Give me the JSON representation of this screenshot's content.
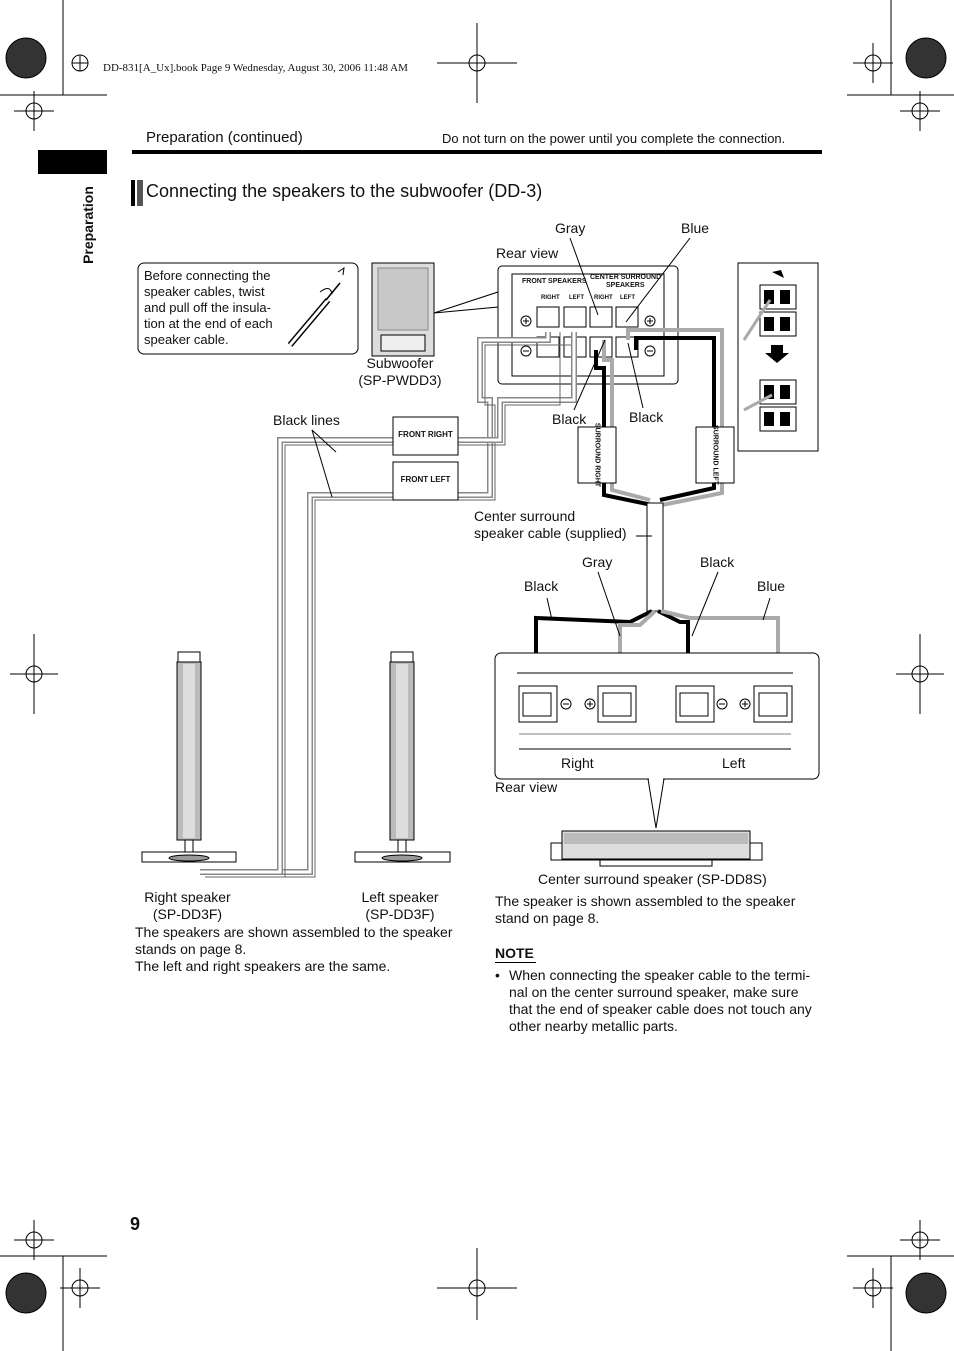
{
  "file_info": "DD-831[A_Ux].book  Page 9  Wednesday, August 30, 2006  11:48 AM",
  "header": {
    "section_left": "Preparation (continued)",
    "section_right": "Do not turn on the power until you complete the connection."
  },
  "side_tab": "Preparation",
  "title": "Connecting the speakers to the subwoofer (DD-3)",
  "callout_insulation": [
    "Before connecting the",
    "speaker cables, twist",
    "and pull off the insula-",
    "tion at the end of each",
    "speaker cable."
  ],
  "subwoofer_caption": [
    "Subwoofer",
    "(SP-PWDD3)"
  ],
  "labels": {
    "rear_view_top": "Rear view",
    "gray_top": "Gray",
    "blue_top": "Blue",
    "black_1": "Black",
    "black_2": "Black",
    "black_lines": "Black lines",
    "front_right_tag": "FRONT RIGHT",
    "front_left_tag": "FRONT LEFT",
    "surround_right_tag": "SURROUND RIGHT",
    "surround_left_tag": "SURROUND LEFT",
    "center_cable": [
      "Center surround",
      "speaker cable (supplied)"
    ],
    "gray_mid": "Gray",
    "black_mid_right": "Black",
    "black_mid_left": "Black",
    "blue_mid": "Blue",
    "right": "Right",
    "left": "Left",
    "rear_view_bottom": "Rear view",
    "panel_front_speakers": "FRONT SPEAKERS",
    "panel_center_surround": "CENTER SURROUND",
    "panel_speakers": "SPEAKERS",
    "panel_right_1": "RIGHT",
    "panel_left_1": "LEFT",
    "panel_right_2": "RIGHT",
    "panel_left_2": "LEFT"
  },
  "right_speaker_caption": [
    "Right speaker",
    "(SP-DD3F)"
  ],
  "left_speaker_caption": [
    "Left speaker",
    "(SP-DD3F)"
  ],
  "left_notes": [
    "The speakers are shown assembled to the speaker",
    "stands on page 8.",
    "The left and right speakers are the same."
  ],
  "center_caption": "Center surround speaker (SP-DD8S)",
  "center_note": [
    "The speaker is shown assembled to the speaker",
    "stand on page 8."
  ],
  "note": {
    "heading": "NOTE",
    "bullet": "•",
    "lines": [
      "When connecting the speaker cable to the termi-",
      "nal on the center surround speaker, make sure",
      "that the end of speaker cable does not touch any",
      "other nearby metallic parts."
    ]
  },
  "page_number": "9"
}
